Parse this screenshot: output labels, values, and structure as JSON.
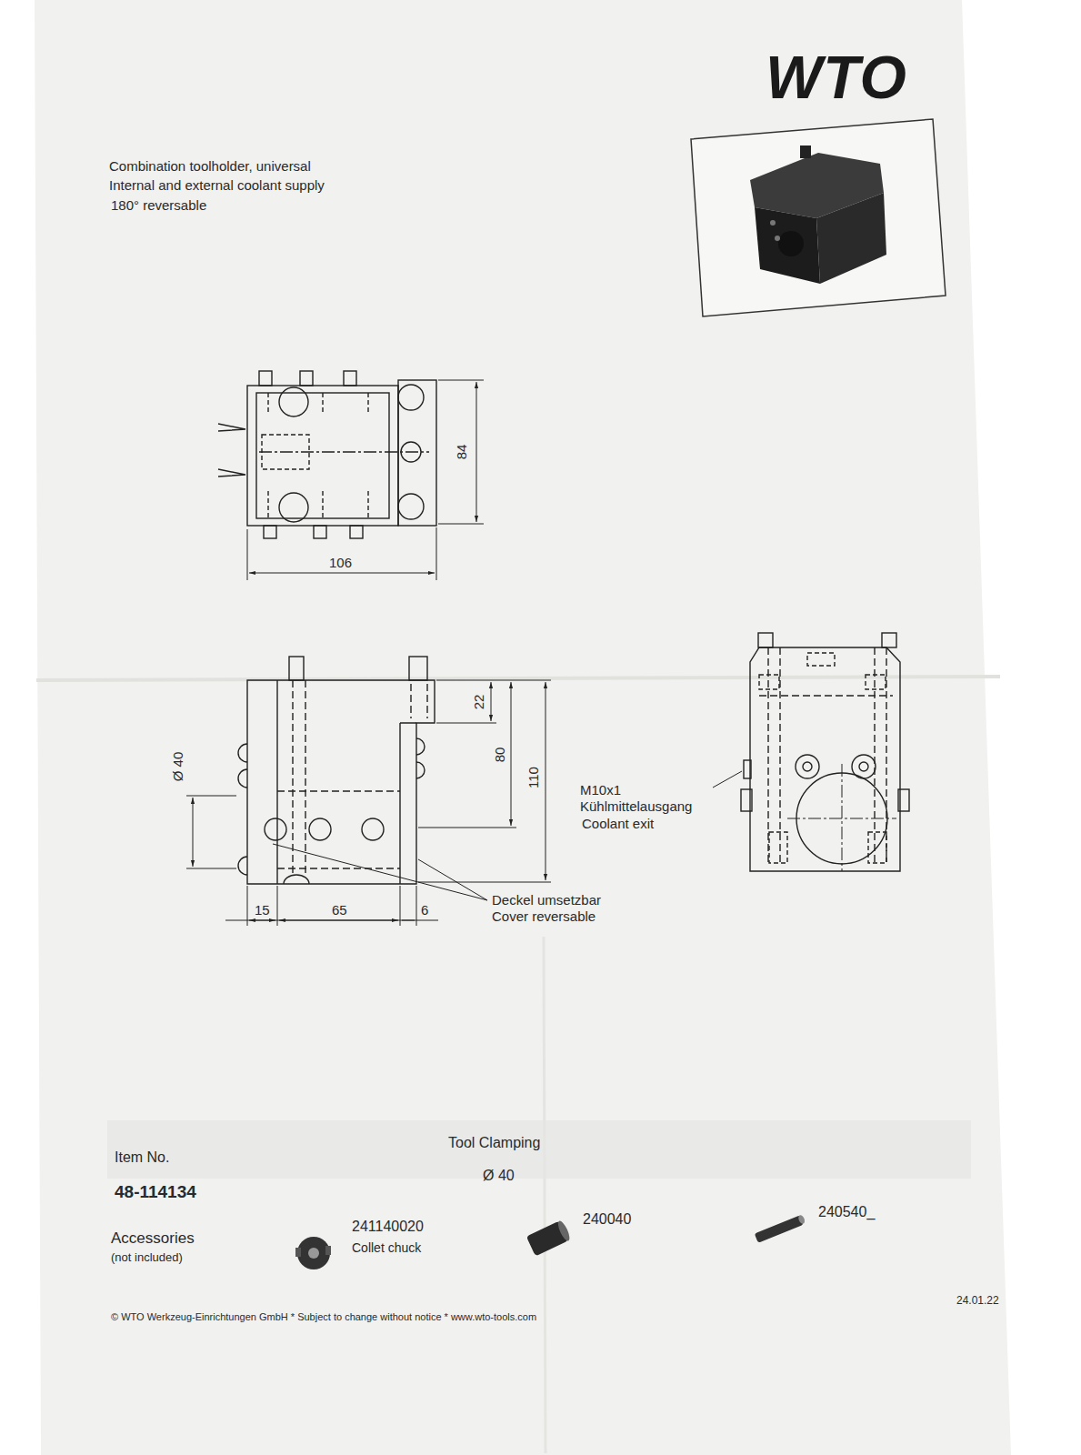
{
  "diagram": {
    "labels": [
      "WTO",
      "Combination toolholder, universal",
      "Internal and external coolant supply",
      "180° reversable",
      "84",
      "106",
      "Ø 40",
      "22",
      "80",
      "110",
      "15",
      "65",
      "6",
      "Deckel umsetzbar",
      "Cover reversable",
      "M10x1",
      "Kühlmittelausgang",
      "Coolant exit",
      "Item No.",
      "48-114134",
      "Tool Clamping",
      "Ø 40",
      "Accessories",
      "(not included)",
      "241140020",
      "Collet chuck",
      "240040",
      "240540_",
      "24.01.22",
      "© WTO Werkzeug-Einrichtungen GmbH * Subject to change without notice * www.wto-tools.com"
    ]
  }
}
